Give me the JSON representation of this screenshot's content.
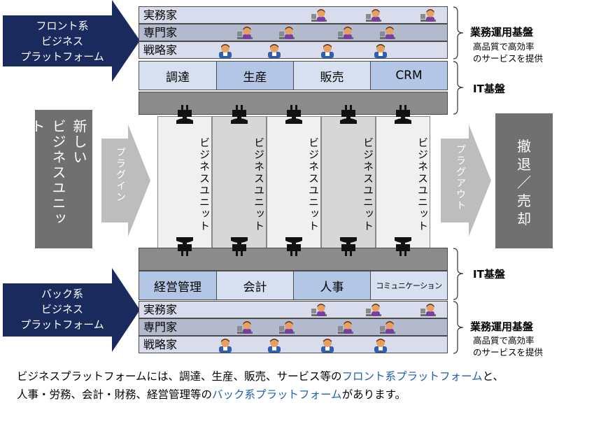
{
  "front_platform": {
    "lines": [
      "フロント系",
      "ビジネス",
      "プラットフォーム"
    ]
  },
  "back_platform": {
    "lines": [
      "バック系",
      "ビジネス",
      "プラットフォーム"
    ]
  },
  "roles": {
    "practitioner": "実務家",
    "specialist": "専門家",
    "strategist": "戦略家"
  },
  "front_functions": [
    "調達",
    "生産",
    "販売",
    "CRM"
  ],
  "back_functions": [
    "経営管理",
    "会計",
    "人事",
    "コミュニケーション"
  ],
  "units": [
    "ビジネスユニット",
    "ビジネスユニット",
    "ビジネスユニット",
    "ビジネスユニット",
    "ビジネスユニット"
  ],
  "new_unit": {
    "lines": [
      "新しい",
      "ビジネスユニット"
    ]
  },
  "plugin": "プラグイン",
  "plugout": "プラグアウト",
  "exit": {
    "lines": [
      "撤",
      "退",
      "／",
      "売",
      "却"
    ]
  },
  "labels": {
    "business_base": "業務運用基盤",
    "business_base_sub_1": "高品質で高効率",
    "business_base_sub_2": "のサービスを提供",
    "it_base": "IT基盤"
  },
  "caption": {
    "line1_a": "ビジネスプラットフォームには、調達、生産、販売、サービス等の",
    "line1_hl": "フロント系プラットフォーム",
    "line1_b": "と、",
    "line2_a": "人事・労務、会計・財務、経営管理等の",
    "line2_hl": "バック系プラットフォーム",
    "line2_b": "があります。"
  },
  "colors": {
    "navy": "#1b2a5c",
    "gray_box": "#707070",
    "func_alt": "#b3c6e5"
  }
}
